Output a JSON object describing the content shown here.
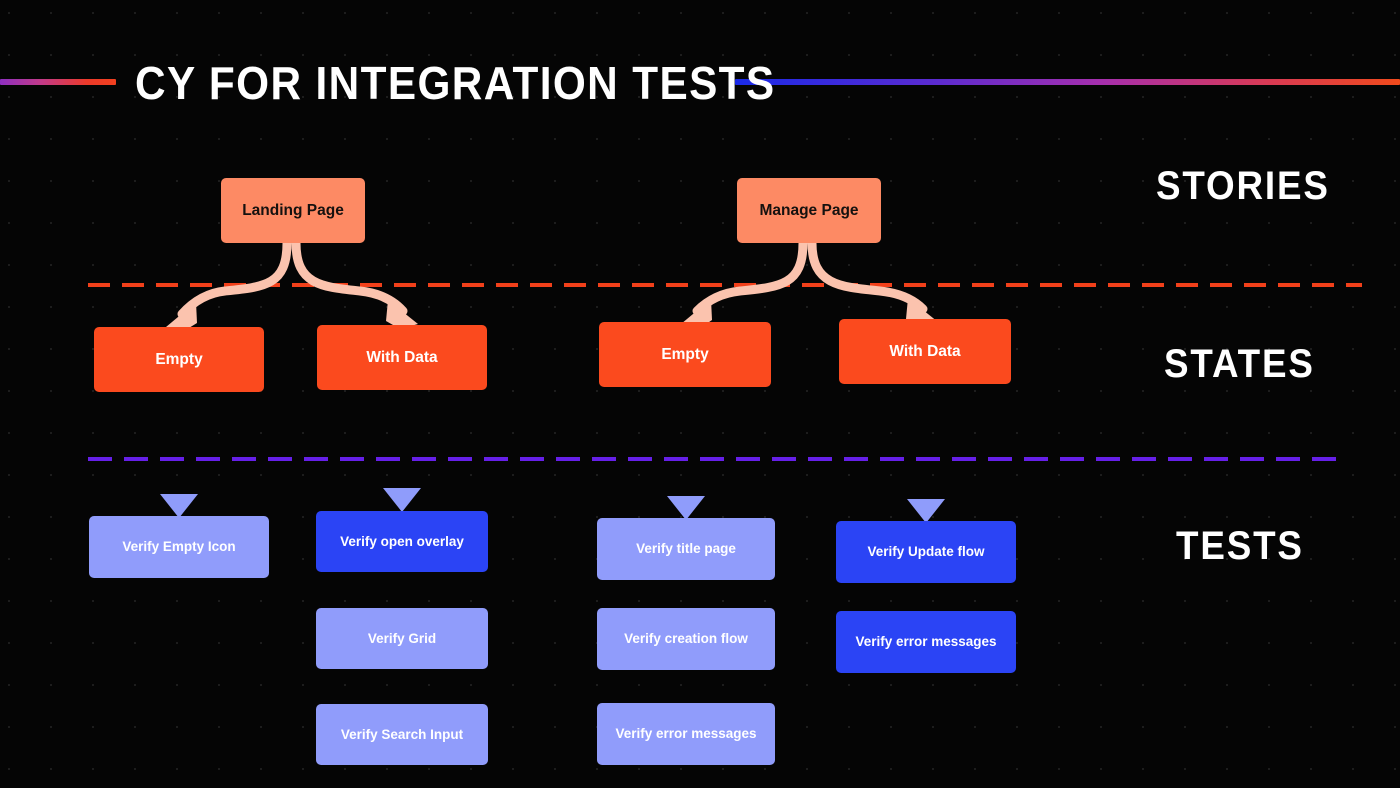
{
  "header": {
    "title": "CY for Integration Tests",
    "rule_left_gradient": [
      "#8e2fc0",
      "#f2401f"
    ],
    "rule_right_gradient": [
      "#1a2ae8",
      "#f04a1c"
    ]
  },
  "lanes": [
    {
      "id": "stories",
      "label": "STORIES"
    },
    {
      "id": "states",
      "label": "STATES"
    },
    {
      "id": "tests",
      "label": "TESTS"
    }
  ],
  "dividers": [
    {
      "id": "stories-states",
      "color": "#f2401a",
      "style": "dashed"
    },
    {
      "id": "states-tests",
      "color": "#6620e8",
      "style": "dashed"
    }
  ],
  "colors": {
    "background": "#050505",
    "story_box": "#fd8a64",
    "state_box": "#fb4a1e",
    "test_box_light": "#909cfb",
    "test_box_bright": "#2b44f5",
    "story_arrow": "#fbc3ae",
    "divider_orange": "#f2401a",
    "divider_purple": "#6620e8",
    "title_text": "#ffffff"
  },
  "stories": [
    {
      "id": "landing-page",
      "label": "Landing Page"
    },
    {
      "id": "manage-page",
      "label": "Manage Page"
    }
  ],
  "states": [
    {
      "id": "landing-empty",
      "label": "Empty",
      "story": "landing-page"
    },
    {
      "id": "landing-with-data",
      "label": "With Data",
      "story": "landing-page"
    },
    {
      "id": "manage-empty",
      "label": "Empty",
      "story": "manage-page"
    },
    {
      "id": "manage-with-data",
      "label": "With Data",
      "story": "manage-page"
    }
  ],
  "tests": {
    "landing-empty": [
      {
        "id": "verify-empty-icon",
        "label": "Verify Empty Icon",
        "variant": "light"
      }
    ],
    "landing-with-data": [
      {
        "id": "verify-open-overlay",
        "label": "Verify open overlay",
        "variant": "bright"
      },
      {
        "id": "verify-grid",
        "label": "Verify Grid",
        "variant": "light"
      },
      {
        "id": "verify-search-input",
        "label": "Verify Search Input",
        "variant": "light"
      }
    ],
    "manage-empty": [
      {
        "id": "verify-title-page",
        "label": "Verify title page",
        "variant": "light"
      },
      {
        "id": "verify-creation-flow",
        "label": "Verify creation flow",
        "variant": "light"
      },
      {
        "id": "verify-error-messages-3",
        "label": "Verify error messages",
        "variant": "light"
      }
    ],
    "manage-with-data": [
      {
        "id": "verify-update-flow",
        "label": "Verify Update flow",
        "variant": "bright"
      },
      {
        "id": "verify-error-messages-4",
        "label": "Verify error messages",
        "variant": "bright"
      }
    ]
  }
}
